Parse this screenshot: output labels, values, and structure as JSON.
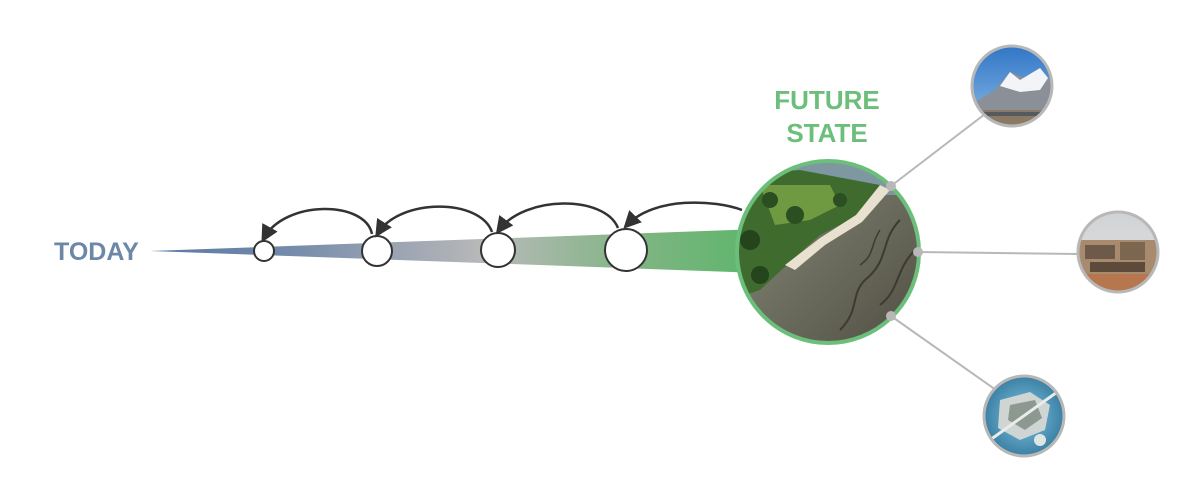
{
  "labels": {
    "today": "TODAY",
    "future_line1": "FUTURE",
    "future_line2": "STATE"
  },
  "colors": {
    "today_blue": "#6d87a8",
    "future_green": "#6bbf7a",
    "wedge_start": "#5b7aa6",
    "wedge_mid": "#b9b9b9",
    "wedge_end": "#5cb56b",
    "arrow": "#333333",
    "connector": "#b8b8b8"
  },
  "images": {
    "main": "coastal-wetland-aerial-photo",
    "satellites": [
      "snowy-mountain-landscape",
      "industrial-facility",
      "aerial-island-coastline"
    ]
  },
  "steps": 4
}
